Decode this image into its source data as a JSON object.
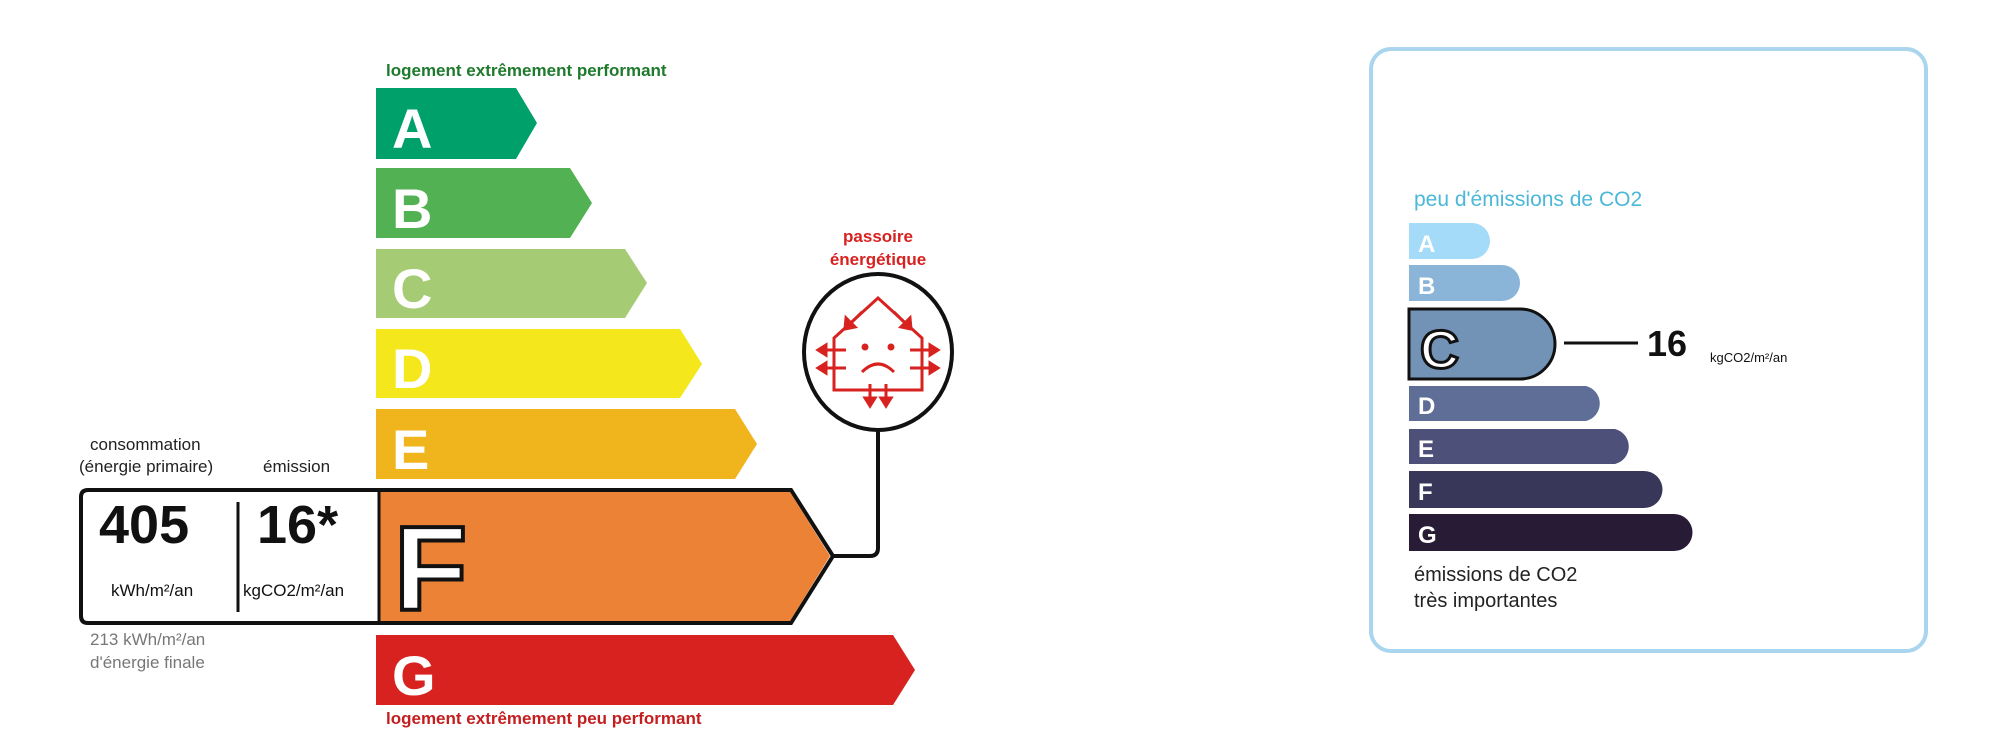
{
  "energy_label": {
    "top_caption": "logement extrêmement performant",
    "bottom_caption": "logement extrêmement peu performant",
    "classes": [
      {
        "letter": "A",
        "color": "#00a06b"
      },
      {
        "letter": "B",
        "color": "#52b153"
      },
      {
        "letter": "C",
        "color": "#a5cc74"
      },
      {
        "letter": "D",
        "color": "#f4e71c"
      },
      {
        "letter": "E",
        "color": "#f0b41c"
      },
      {
        "letter": "F",
        "color": "#eb8235"
      },
      {
        "letter": "G",
        "color": "#d7221f"
      }
    ],
    "current_class": "F",
    "consumption_label_1": "consommation",
    "consumption_label_2": "(énergie primaire)",
    "emission_label": "émission",
    "consumption_value": "405",
    "consumption_unit": "kWh/m²/an",
    "emission_value": "16*",
    "emission_unit": "kgCO2/m²/an",
    "final_energy_1": "213 kWh/m²/an",
    "final_energy_2": "d'énergie finale",
    "passoire_1": "passoire",
    "passoire_2": "énergétique",
    "passoire_icon": "sad-house-icon"
  },
  "co2_label": {
    "top_caption": "peu d'émissions de CO2",
    "bottom_caption_1": "émissions de CO2",
    "bottom_caption_2": "très importantes",
    "classes": [
      {
        "letter": "A",
        "color": "#a4dbf8"
      },
      {
        "letter": "B",
        "color": "#8ab4d8"
      },
      {
        "letter": "C",
        "color": "#7292b6"
      },
      {
        "letter": "D",
        "color": "#5e6e96"
      },
      {
        "letter": "E",
        "color": "#4d5179"
      },
      {
        "letter": "F",
        "color": "#393759"
      },
      {
        "letter": "G",
        "color": "#281b36"
      }
    ],
    "current_class": "C",
    "value": "16",
    "unit": "kgCO2/m²/an",
    "frame_color": "#a9d6ee",
    "title_color": "#4bb8d8"
  }
}
